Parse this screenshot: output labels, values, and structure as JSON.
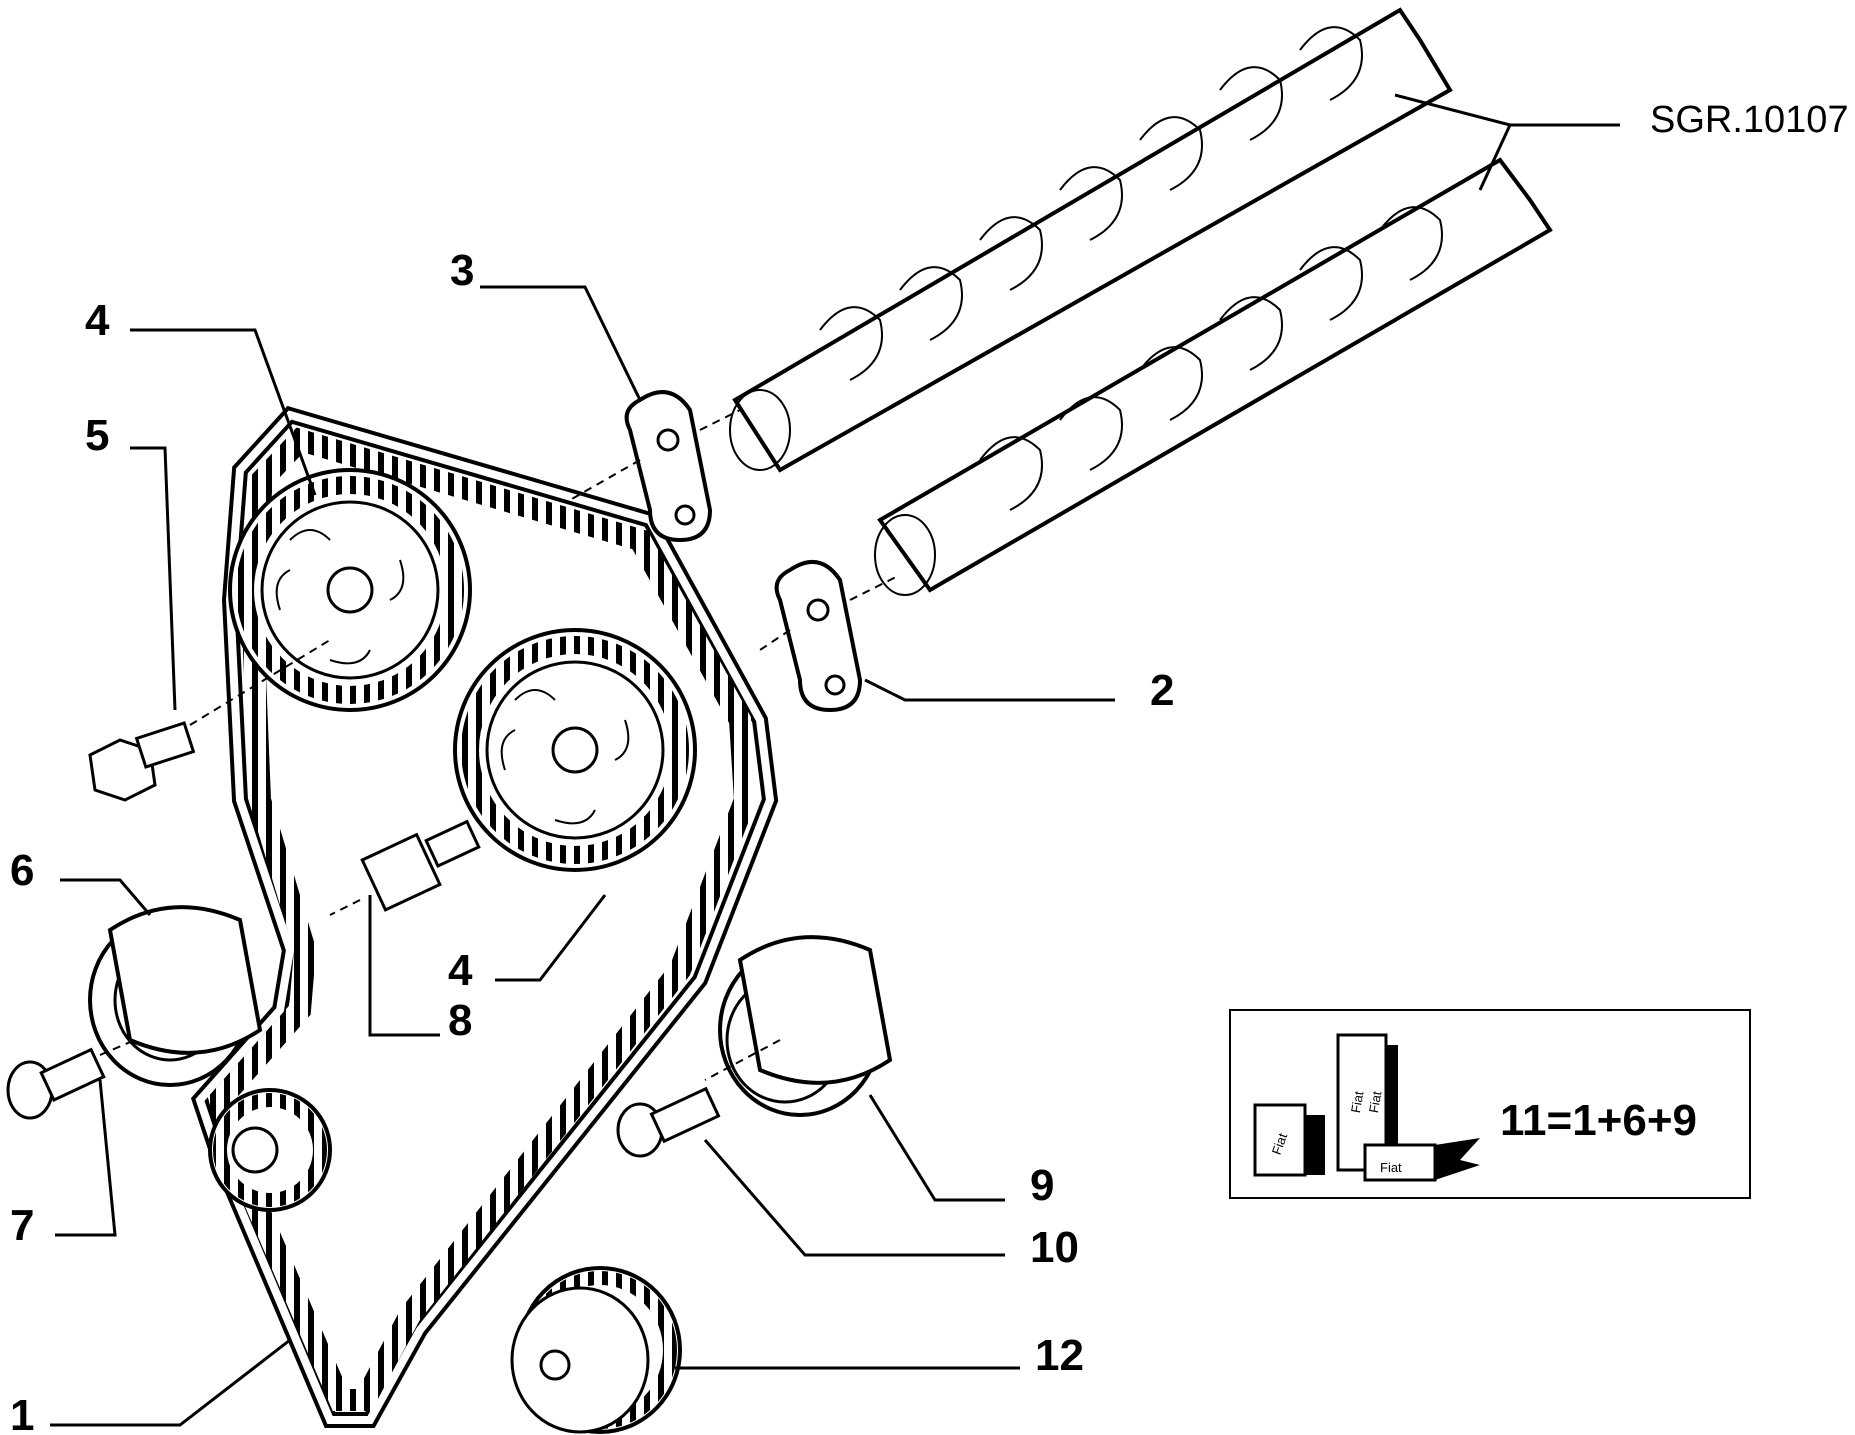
{
  "diagram": {
    "reference": "SGR.10107",
    "kit_formula": "11=1+6+9",
    "kit_labels": [
      "Fiat",
      "Fiat",
      "Fiat",
      "Fiat"
    ],
    "callouts": [
      {
        "id": "1",
        "label": "1"
      },
      {
        "id": "2",
        "label": "2"
      },
      {
        "id": "3",
        "label": "3"
      },
      {
        "id": "4a",
        "label": "4"
      },
      {
        "id": "4b",
        "label": "4"
      },
      {
        "id": "5",
        "label": "5"
      },
      {
        "id": "6",
        "label": "6"
      },
      {
        "id": "7",
        "label": "7"
      },
      {
        "id": "8",
        "label": "8"
      },
      {
        "id": "9",
        "label": "9"
      },
      {
        "id": "10",
        "label": "10"
      },
      {
        "id": "12",
        "label": "12"
      }
    ]
  }
}
